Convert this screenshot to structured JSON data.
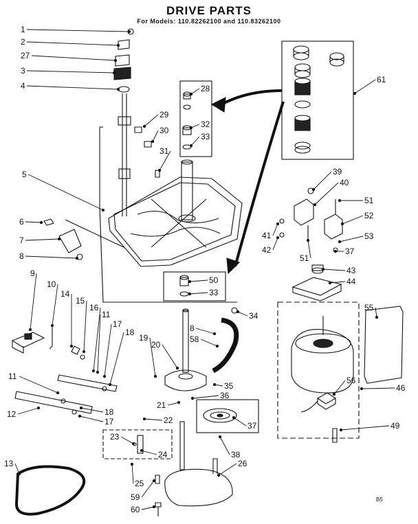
{
  "title": "DRIVE PARTS",
  "subtitle": "For Models: 110.82262100  and 110.83262100",
  "page_code": "B5",
  "callouts": [
    {
      "id": "c1",
      "label": "1"
    },
    {
      "id": "c2",
      "label": "2"
    },
    {
      "id": "c27",
      "label": "27"
    },
    {
      "id": "c3",
      "label": "3"
    },
    {
      "id": "c4",
      "label": "4"
    },
    {
      "id": "c28",
      "label": "28"
    },
    {
      "id": "c29",
      "label": "29"
    },
    {
      "id": "c30",
      "label": "30"
    },
    {
      "id": "c31",
      "label": "31"
    },
    {
      "id": "c32",
      "label": "32"
    },
    {
      "id": "c33a",
      "label": "33"
    },
    {
      "id": "c61",
      "label": "61"
    },
    {
      "id": "c5",
      "label": "5"
    },
    {
      "id": "c6",
      "label": "6"
    },
    {
      "id": "c7",
      "label": "7"
    },
    {
      "id": "c8a",
      "label": "8"
    },
    {
      "id": "c39",
      "label": "39"
    },
    {
      "id": "c40",
      "label": "40"
    },
    {
      "id": "c51a",
      "label": "51"
    },
    {
      "id": "c52",
      "label": "52"
    },
    {
      "id": "c41",
      "label": "41"
    },
    {
      "id": "c42",
      "label": "42"
    },
    {
      "id": "c51b",
      "label": "51"
    },
    {
      "id": "c53",
      "label": "53"
    },
    {
      "id": "c37a",
      "label": "37"
    },
    {
      "id": "c43",
      "label": "43"
    },
    {
      "id": "c44",
      "label": "44"
    },
    {
      "id": "c50",
      "label": "50"
    },
    {
      "id": "c33b",
      "label": "33"
    },
    {
      "id": "c34",
      "label": "34"
    },
    {
      "id": "c9",
      "label": "9"
    },
    {
      "id": "c10",
      "label": "10"
    },
    {
      "id": "c14",
      "label": "14"
    },
    {
      "id": "c15",
      "label": "15"
    },
    {
      "id": "c16",
      "label": "16"
    },
    {
      "id": "c11a",
      "label": "11"
    },
    {
      "id": "c17a",
      "label": "17"
    },
    {
      "id": "c18a",
      "label": "18"
    },
    {
      "id": "c19",
      "label": "19"
    },
    {
      "id": "c20",
      "label": "20"
    },
    {
      "id": "c8b",
      "label": "8"
    },
    {
      "id": "c58",
      "label": "58"
    },
    {
      "id": "c55",
      "label": "55"
    },
    {
      "id": "c11b",
      "label": "11"
    },
    {
      "id": "c35",
      "label": "35"
    },
    {
      "id": "c21",
      "label": "21"
    },
    {
      "id": "c36",
      "label": "36"
    },
    {
      "id": "c56",
      "label": "56"
    },
    {
      "id": "c46",
      "label": "46"
    },
    {
      "id": "c12",
      "label": "12"
    },
    {
      "id": "c18b",
      "label": "18"
    },
    {
      "id": "c17b",
      "label": "17"
    },
    {
      "id": "c22",
      "label": "22"
    },
    {
      "id": "c37b",
      "label": "37"
    },
    {
      "id": "c49",
      "label": "49"
    },
    {
      "id": "c23",
      "label": "23"
    },
    {
      "id": "c24",
      "label": "24"
    },
    {
      "id": "c38",
      "label": "38"
    },
    {
      "id": "c13",
      "label": "13"
    },
    {
      "id": "c26",
      "label": "26"
    },
    {
      "id": "c25",
      "label": "25"
    },
    {
      "id": "c59",
      "label": "59"
    },
    {
      "id": "c60",
      "label": "60"
    }
  ]
}
